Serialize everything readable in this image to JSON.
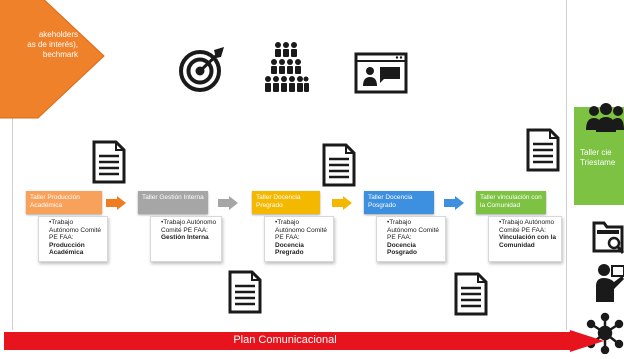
{
  "colors": {
    "orange_arrow": "#f0812b",
    "plan_red": "#e8141d",
    "green": "#7dc242",
    "phase1": "#f7a15a",
    "phase2": "#a6a6a6",
    "phase3": "#f5b800",
    "phase4": "#3d8fe0",
    "phase5": "#7dc242",
    "arrow_orange": "#f07c22",
    "arrow_gray": "#a6a6a6",
    "arrow_yellow": "#f5b800",
    "arrow_blue": "#3d8fe0"
  },
  "orange_arrow_lines": [
    "akeholders",
    "as de interés),",
    "bechmark"
  ],
  "top_icons": [
    "target-icon",
    "org-people-icon",
    "presentation-screen-icon"
  ],
  "phases": [
    {
      "header": "Taller Producción Académica",
      "item": "•Trabajo Autónomo Comité PE FAA:",
      "bold": "Producción Académica"
    },
    {
      "header": "Taller Gestión Interna",
      "item": "•Trabajo Autónomo Comité PE FAA:",
      "bold": "Gestión Interna"
    },
    {
      "header": "Taller Docencia Pregrado",
      "item": "•Trabajo Autónomo Comité PE FAA:",
      "bold": "Docencia Pregrado"
    },
    {
      "header": "Taller Docencia Posgrado",
      "item": "•Trabajo Autónomo Comité PE FAA:",
      "bold": "Docencia Posgrado"
    },
    {
      "header": "Taller vinculación con la Comunidad",
      "item": "•Trabajo Autónomo Comité PE FAA:",
      "bold": "Vinculación con la Comunidad"
    }
  ],
  "green_box_lines": [
    "Taller cie",
    "Triestame"
  ],
  "plan_label": "Plan Comunicacional",
  "right_icons": [
    "group-icon",
    "folder-search-icon",
    "presenter-icon",
    "network-hub-icon"
  ]
}
